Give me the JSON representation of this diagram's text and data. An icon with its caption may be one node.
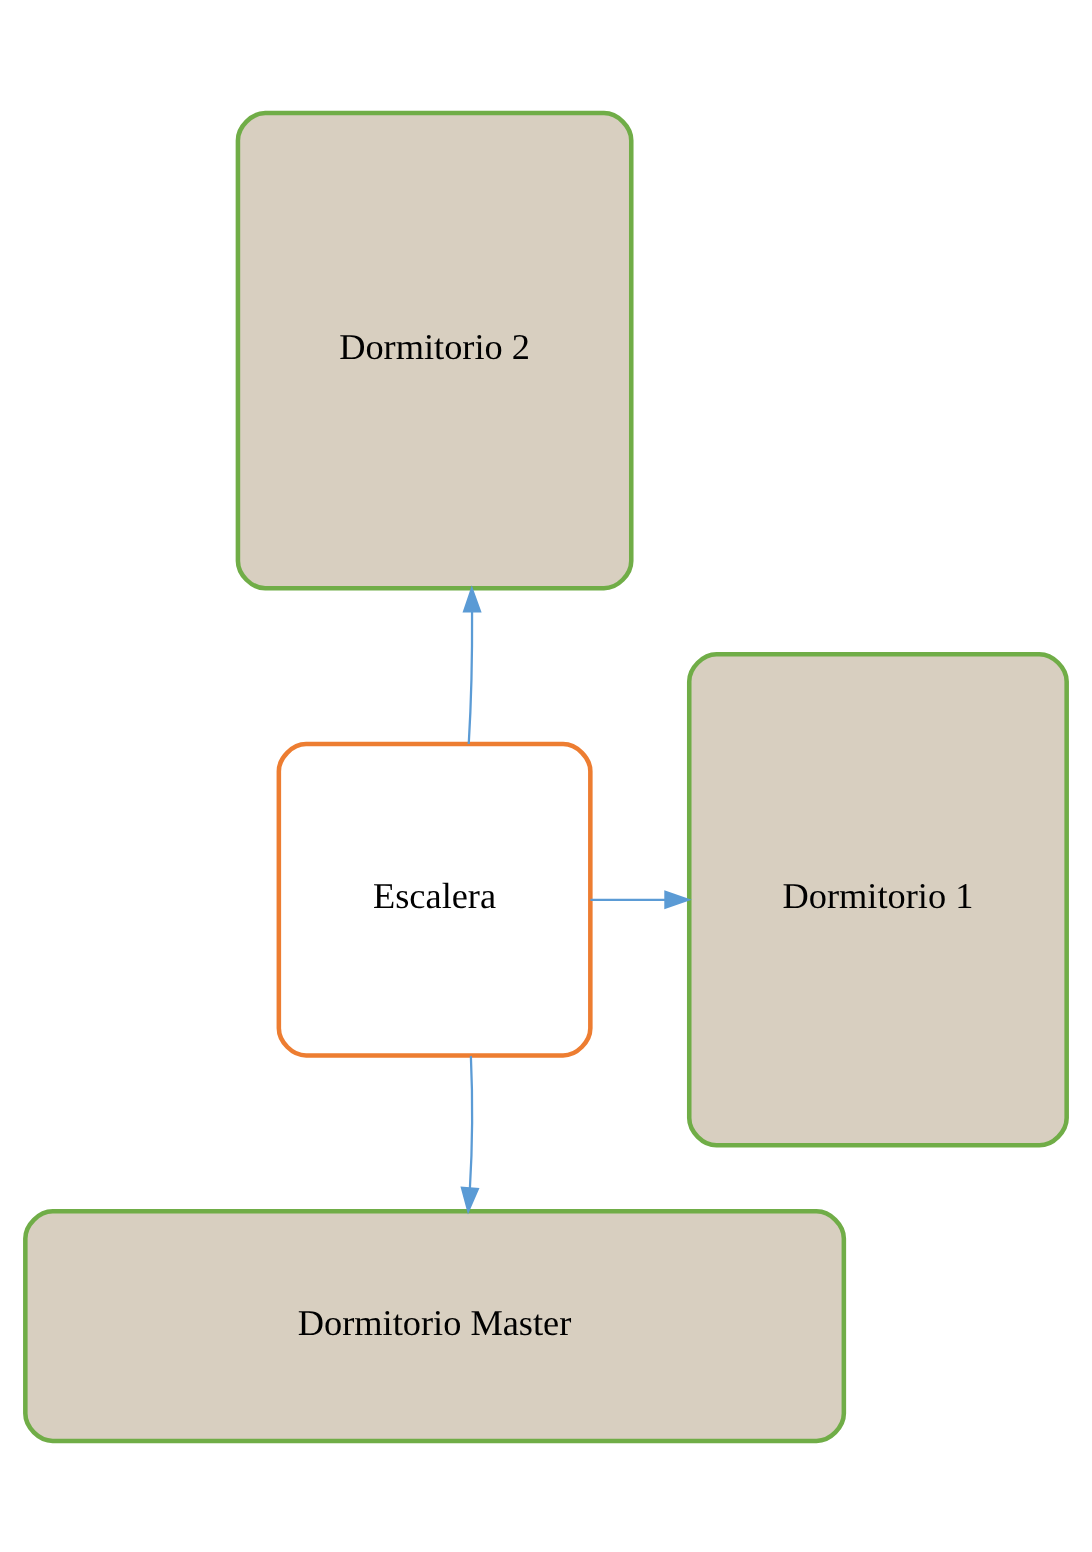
{
  "diagram": {
    "nodes": [
      {
        "text": [
          "Dormitorio 2"
        ]
      },
      {
        "text": [
          "Escalera"
        ]
      },
      {
        "text": [
          "Dormitorio 1"
        ]
      },
      {
        "text": [
          "Dormitorio Master"
        ]
      }
    ],
    "edges": [
      {
        "from": 1,
        "to": 0,
        "arrow": "to"
      },
      {
        "from": 1,
        "to": 2,
        "arrow": "to"
      },
      {
        "from": 1,
        "to": 3,
        "arrow": "to"
      }
    ]
  }
}
